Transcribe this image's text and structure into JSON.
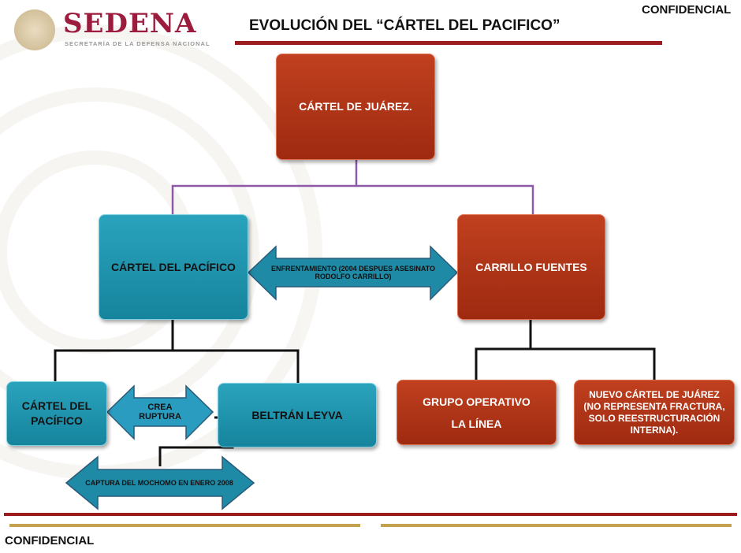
{
  "header": {
    "logo_text": "SEDENA",
    "logo_subtitle": "SECRETARÍA DE LA DEFENSA NACIONAL",
    "title": "EVOLUCIÓN DEL “CÁRTEL DEL PACIFICO”",
    "confidential_top": "CONFIDENCIAL"
  },
  "nodes": {
    "juarez": "CÁRTEL DE JUÁREZ.",
    "pacifico": "CÁRTEL DEL PACÍFICO",
    "carrillo": "CARRILLO FUENTES",
    "pacifico_small": "CÁRTEL DEL PACÍFICO",
    "beltran": "BELTRÁN LEYVA",
    "grupo_line1": "GRUPO OPERATIVO",
    "grupo_line2": "LA LÍNEA",
    "nuevo": "NUEVO CÁRTEL DE JUÁREZ (NO REPRESENTA FRACTURA, SOLO REESTRUCTURACIÓN INTERNA)."
  },
  "arrows": {
    "enfrentamiento": "ENFRENTAMIENTO (2004 DESPUES ASESINATO RODOLFO CARRILLO)",
    "ruptura": "CREA RUPTURA",
    "captura": "CAPTURA DEL MOCHOMO EN ENERO 2008"
  },
  "footer": {
    "confidential_bottom": "CONFIDENCIAL"
  }
}
